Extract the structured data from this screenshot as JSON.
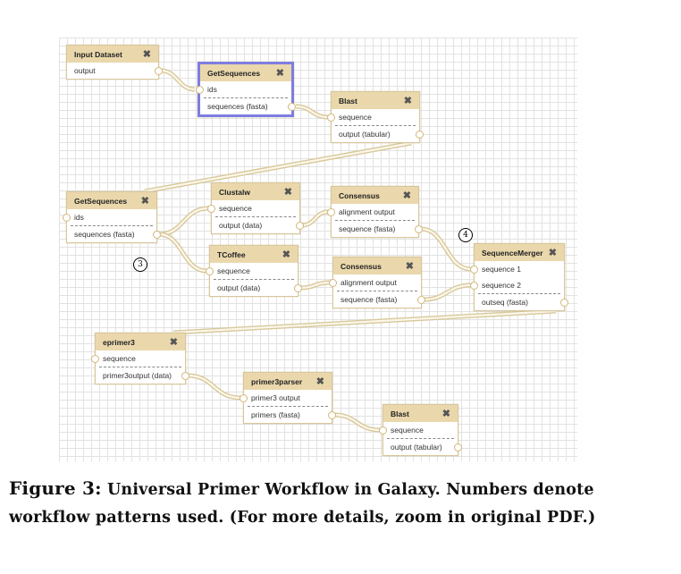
{
  "nodes": [
    {
      "id": "input",
      "title": "Input Dataset",
      "inputs": [],
      "outputs": [
        "output"
      ]
    },
    {
      "id": "getseq1",
      "title": "GetSequences",
      "inputs": [
        "ids"
      ],
      "outputs": [
        "sequences (fasta)"
      ],
      "selected": true
    },
    {
      "id": "blast1",
      "title": "Blast",
      "inputs": [
        "sequence"
      ],
      "outputs": [
        "output (tabular)"
      ]
    },
    {
      "id": "getseq2",
      "title": "GetSequences",
      "inputs": [
        "ids"
      ],
      "outputs": [
        "sequences (fasta)"
      ]
    },
    {
      "id": "clustalw",
      "title": "Clustalw",
      "inputs": [
        "sequence"
      ],
      "outputs": [
        "output (data)"
      ]
    },
    {
      "id": "consensus1",
      "title": "Consensus",
      "inputs": [
        "alignment output"
      ],
      "outputs": [
        "sequence (fasta)"
      ]
    },
    {
      "id": "tcoffee",
      "title": "TCoffee",
      "inputs": [
        "sequence"
      ],
      "outputs": [
        "output (data)"
      ]
    },
    {
      "id": "consensus2",
      "title": "Consensus",
      "inputs": [
        "alignment output"
      ],
      "outputs": [
        "sequence (fasta)"
      ]
    },
    {
      "id": "merger",
      "title": "SequenceMerger",
      "inputs": [
        "sequence 1",
        "sequence 2"
      ],
      "outputs": [
        "outseq (fasta)"
      ]
    },
    {
      "id": "eprimer3",
      "title": "eprimer3",
      "inputs": [
        "sequence"
      ],
      "outputs": [
        "primer3output (data)"
      ]
    },
    {
      "id": "p3parser",
      "title": "primer3parser",
      "inputs": [
        "primer3 output"
      ],
      "outputs": [
        "primers (fasta)"
      ]
    },
    {
      "id": "blast2",
      "title": "Blast",
      "inputs": [
        "sequence"
      ],
      "outputs": [
        "output (tabular)"
      ]
    }
  ],
  "edges": [
    [
      "input",
      0,
      "getseq1",
      0
    ],
    [
      "getseq1",
      0,
      "blast1",
      0
    ],
    [
      "blast1",
      0,
      "getseq2",
      0
    ],
    [
      "getseq2",
      0,
      "clustalw",
      0
    ],
    [
      "getseq2",
      0,
      "tcoffee",
      0
    ],
    [
      "clustalw",
      0,
      "consensus1",
      0
    ],
    [
      "tcoffee",
      0,
      "consensus2",
      0
    ],
    [
      "consensus1",
      0,
      "merger",
      0
    ],
    [
      "consensus2",
      0,
      "merger",
      1
    ],
    [
      "merger",
      0,
      "eprimer3",
      0
    ],
    [
      "eprimer3",
      0,
      "p3parser",
      0
    ],
    [
      "p3parser",
      0,
      "blast2",
      0
    ]
  ],
  "markers": [
    "3",
    "4"
  ],
  "close_glyph": "✖",
  "caption": {
    "label": "Figure 3:",
    "text": " Universal Primer Workflow in Galaxy. Numbers denote workflow patterns used. (For more details, zoom in original PDF.)"
  },
  "colors": {
    "header": "#ead8ac",
    "selected_border": "#7d7de0",
    "connector": "#ddd0a8"
  }
}
